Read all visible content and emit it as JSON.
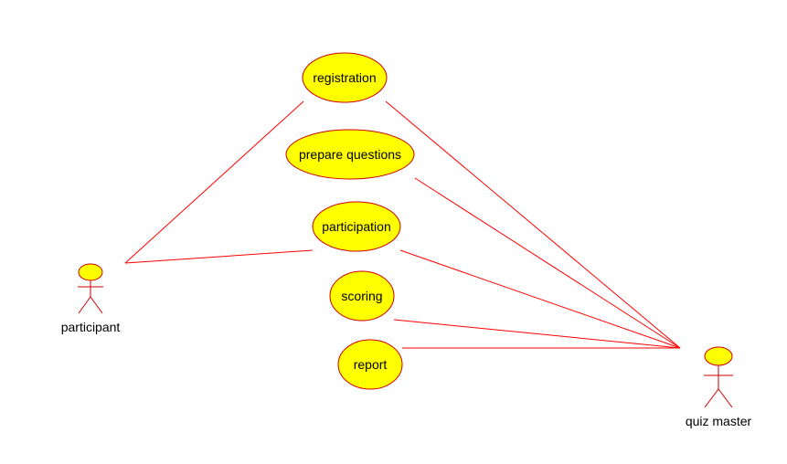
{
  "actors": [
    {
      "id": "participant",
      "label": "participant"
    },
    {
      "id": "quiz-master",
      "label": "quiz master"
    }
  ],
  "use_cases": [
    {
      "id": "registration",
      "label": "registration"
    },
    {
      "id": "prepare-questions",
      "label": "prepare questions"
    },
    {
      "id": "participation",
      "label": "participation"
    },
    {
      "id": "scoring",
      "label": "scoring"
    },
    {
      "id": "report",
      "label": "report"
    }
  ],
  "associations": [
    {
      "actor": "participant",
      "use_case": "registration"
    },
    {
      "actor": "participant",
      "use_case": "participation"
    },
    {
      "actor": "quiz-master",
      "use_case": "registration"
    },
    {
      "actor": "quiz-master",
      "use_case": "prepare-questions"
    },
    {
      "actor": "quiz-master",
      "use_case": "participation"
    },
    {
      "actor": "quiz-master",
      "use_case": "scoring"
    },
    {
      "actor": "quiz-master",
      "use_case": "report"
    }
  ],
  "colors": {
    "fill": "#ffff00",
    "stroke": "#cc0000",
    "line": "#ff0000"
  }
}
